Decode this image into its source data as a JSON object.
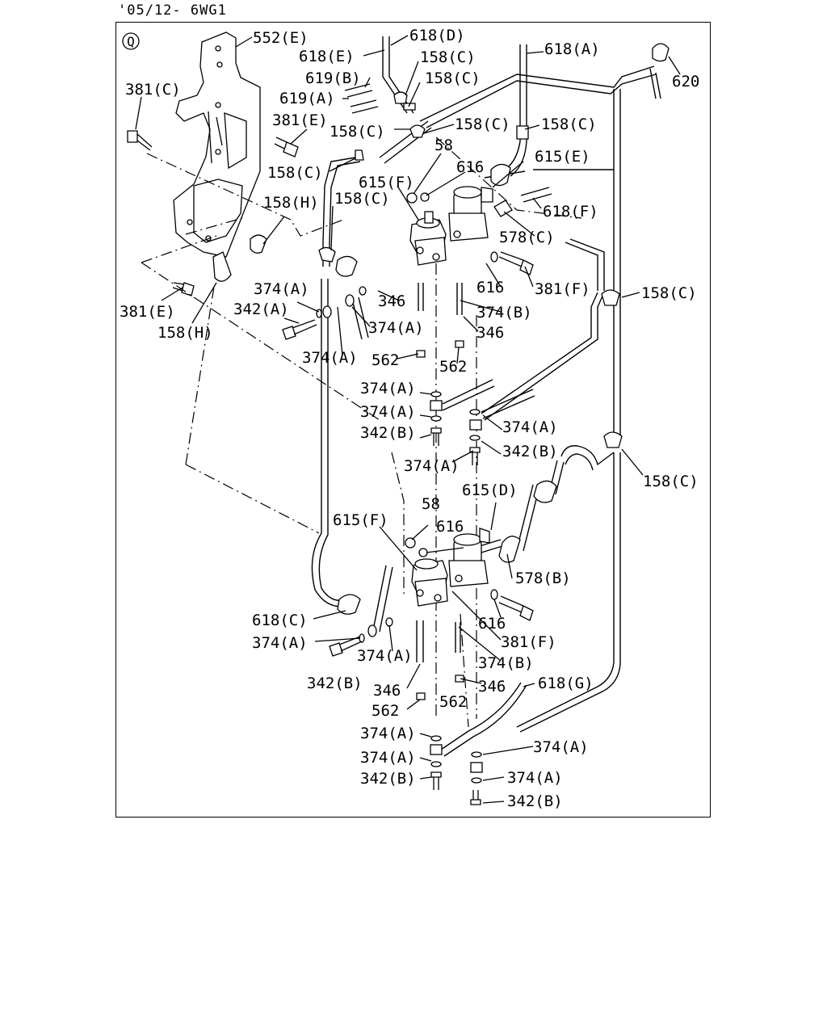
{
  "header": {
    "code": "'05/12- 6WG1"
  },
  "diagram": {
    "section_mark": "Q",
    "labels": [
      "552(E)",
      "618(D)",
      "618(E)",
      "158(C)",
      "619(B)",
      "158(C)",
      "619(A)",
      "381(C)",
      "381(E)",
      "158(C)",
      "158(C)",
      "158(C)",
      "58",
      "158(C)",
      "616",
      "615(E)",
      "615(F)",
      "158(C)",
      "158(H)",
      "618(F)",
      "578(C)",
      "618(A)",
      "620",
      "374(A)",
      "342(A)",
      "381(E)",
      "158(H)",
      "346",
      "374(A)",
      "616",
      "381(F)",
      "158(C)",
      "374(B)",
      "374(A)",
      "346",
      "562",
      "562",
      "374(A)",
      "374(A)",
      "342(B)",
      "374(A)",
      "374(A)",
      "342(B)",
      "158(C)",
      "615(D)",
      "58",
      "615(F)",
      "616",
      "578(B)",
      "618(C)",
      "374(A)",
      "374(A)",
      "342(B)",
      "616",
      "381(F)",
      "346",
      "374(B)",
      "562",
      "346",
      "562",
      "618(G)",
      "374(A)",
      "374(A)",
      "374(A)",
      "374(A)",
      "342(B)",
      "342(B)"
    ]
  }
}
